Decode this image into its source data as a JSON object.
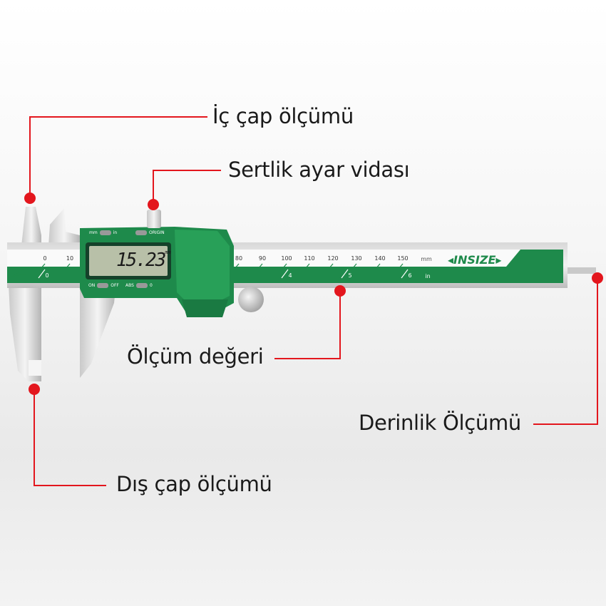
{
  "annotations": {
    "inner_diameter": "İç çap ölçümü",
    "lock_screw": "Sertlik ayar vidası",
    "reading": "Ölçüm değeri",
    "depth": "Derinlik Ölçümü",
    "outer_diameter": "Dış çap ölçümü"
  },
  "caliper": {
    "display_value": "15.23",
    "display_unit": "mm",
    "buttons": {
      "mm_in_left": "mm",
      "mm_in_right": "in",
      "origin": "ORIGIN",
      "on": "ON",
      "off": "OFF",
      "abs": "ABS",
      "zero": "0"
    },
    "brand": "INSIZE",
    "mm_scale": [
      "0",
      "10",
      "80",
      "90",
      "100",
      "110",
      "120",
      "130",
      "140",
      "150"
    ],
    "mm_unit": "mm",
    "inch_scale": [
      "0",
      "4",
      "5",
      "6"
    ],
    "inch_unit": "in"
  },
  "colors": {
    "accent": "#e3161d",
    "body_green": "#1e8a4b"
  }
}
